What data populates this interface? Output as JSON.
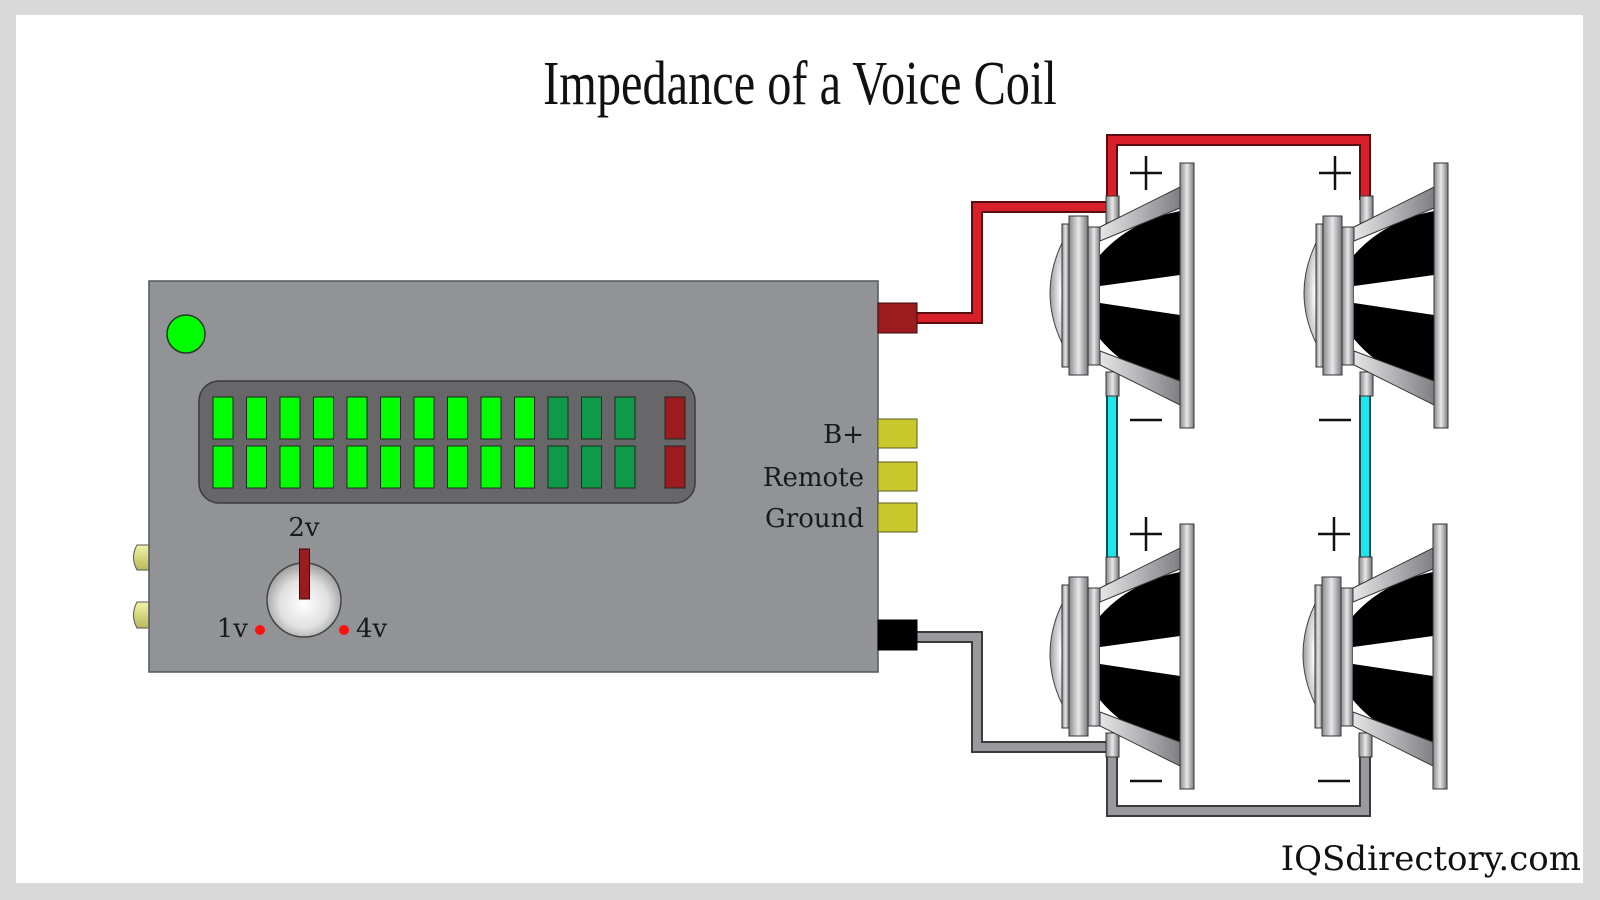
{
  "title": "Impedance of a Voice Coil",
  "watermark": "IQSdirectory.com",
  "amplifier": {
    "power_led": {
      "state": "on",
      "color": "#00ff00"
    },
    "level_meter": {
      "channels": 2,
      "segments_per_channel": 14,
      "segments": [
        {
          "color": "#00ff00",
          "lit": true
        },
        {
          "color": "#00ff00",
          "lit": true
        },
        {
          "color": "#00ff00",
          "lit": true
        },
        {
          "color": "#00ff00",
          "lit": true
        },
        {
          "color": "#00ff00",
          "lit": true
        },
        {
          "color": "#00ff00",
          "lit": true
        },
        {
          "color": "#00ff00",
          "lit": true
        },
        {
          "color": "#00ff00",
          "lit": true
        },
        {
          "color": "#00ff00",
          "lit": true
        },
        {
          "color": "#00ff00",
          "lit": true
        },
        {
          "color": "#11994a",
          "lit": false
        },
        {
          "color": "#11994a",
          "lit": false
        },
        {
          "color": "#11994a",
          "lit": false
        },
        {
          "color": "#9b1b1f",
          "lit": false
        }
      ]
    },
    "gain_knob": {
      "labels": {
        "min": "1v",
        "mid": "2v",
        "max": "4v"
      },
      "current_setting": "2v"
    },
    "terminals": [
      {
        "label": "B+",
        "color": "#c9c92e"
      },
      {
        "label": "Remote",
        "color": "#c9c92e"
      },
      {
        "label": "Ground",
        "color": "#c9c92e"
      }
    ],
    "speaker_outputs": {
      "positive_color": "#9b1b1f",
      "negative_color": "#000000"
    },
    "rca_inputs": 2
  },
  "speakers": [
    {
      "id": "top-left",
      "plus": "+",
      "minus": "−"
    },
    {
      "id": "top-right",
      "plus": "+",
      "minus": "−"
    },
    {
      "id": "bottom-left",
      "plus": "+",
      "minus": "−"
    },
    {
      "id": "bottom-right",
      "plus": "+",
      "minus": "−"
    }
  ],
  "wiring": {
    "positive_wire_color": "#d8202a",
    "series_link_color": "#1de6ee",
    "negative_wire_color": "#9a9a9e"
  }
}
